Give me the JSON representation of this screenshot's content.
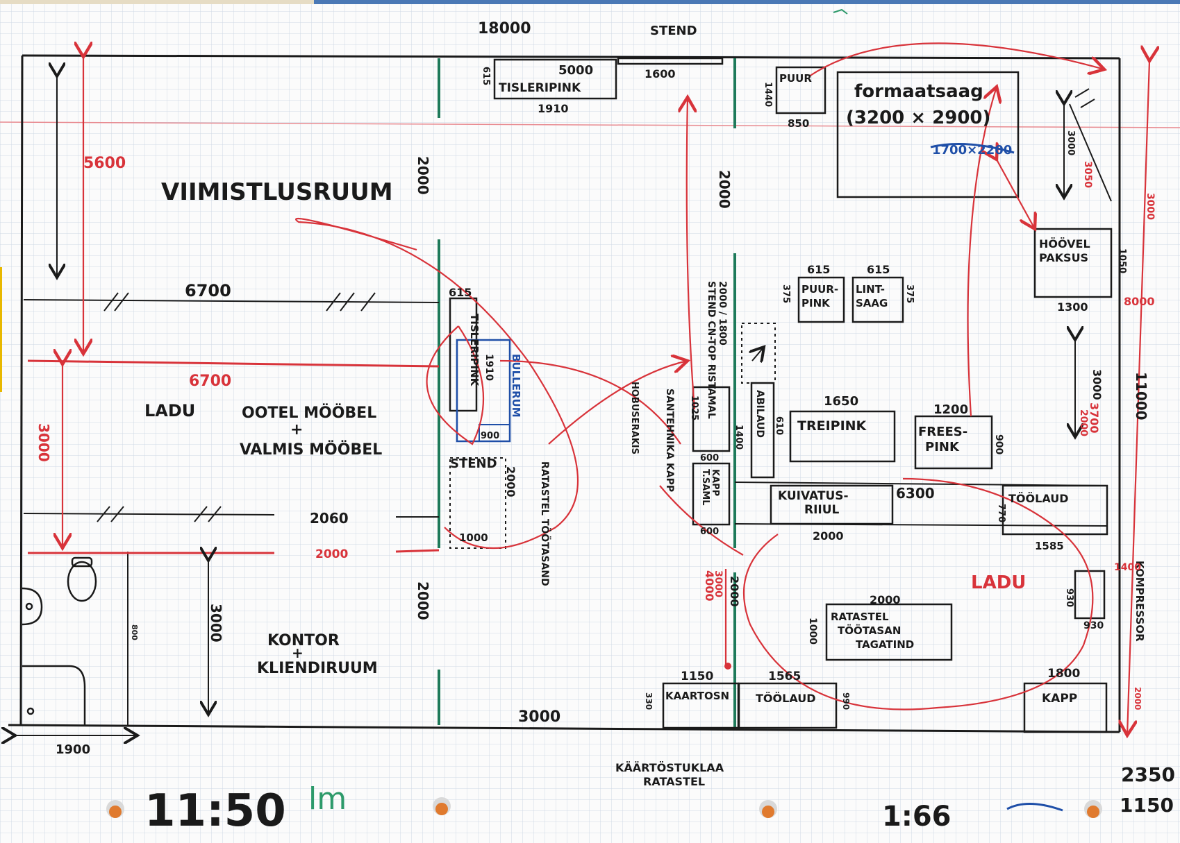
{
  "title": "",
  "colors": {
    "ink": "#1a1a1a",
    "red_pen": "#d8333a",
    "blue_pen": "#1f4fa8",
    "green_wall": "#1e7a5a",
    "grid": "#cfd8e6",
    "top_bar": "#4a78b5",
    "top_left_bar": "#e6dcc4",
    "hole_orange": "#e07a2e"
  },
  "rooms": {
    "viimistlus": "VIIMISTLUSRUUM",
    "ladu_left": "LADU",
    "ootel_line1": "OOTEL MÖÖBEL",
    "ootel_plus": "+",
    "ootel_line2": "VALMIS MÖÖBEL",
    "kontor_line1": "KONTOR",
    "kontor_plus": "+",
    "kontor_line2": "KLIENDIRUUM",
    "ladu_right": "LADU"
  },
  "equipment": {
    "tisleripink_top": "TISLERIPINK",
    "tisleripink_left": "TISLERIPINK",
    "bullerum": "BULLERUM",
    "formaatsaag_line1": "formaatsaag",
    "formaatsaag_line2": "(3200 × 2900)",
    "formaatsaag_blue": "1700×2200",
    "hoovel_line1": "HÖÖVEL",
    "hoovel_line2": "PAKSUS",
    "puur": "PUUR",
    "puurpink_line1": "PUUR-",
    "puurpink_line2": "PINK",
    "lintsaag_line1": "LINT-",
    "lintsaag_line2": "SAAG",
    "treipink": "TREIPINK",
    "freespink_line1": "FREES-",
    "freespink_line2": "PINK",
    "abilaud": "ABILAUD",
    "kuivatusriiul_line1": "KUIVATUS-",
    "kuivatusriiul_line2": "RIIUL",
    "toolaud_right": "TÖÖLAUD",
    "toolaud_bottom": "TÖÖLAUD",
    "kaap_tsaml_line1": "KAPP",
    "kaap_tsaml_line2": "T.SAML",
    "ratastel_line1": "RATASTEL",
    "ratastel_line2": "TÖÖTASAN",
    "ratastel_line3": "TAGATIND",
    "kaartosna": "KAARTOSN",
    "kapp": "KAPP",
    "kompressor": "KOMPRESSOR",
    "stend_top": "STEND",
    "stend_left": "STEND",
    "stend_vertical": "STEND CN-TOP RISTAMAL",
    "santehnika": "SANTEHNIKA KAPP",
    "ratastel_vertical": "RATASTEL TÖÖTASAND",
    "hobuserakis": "HOBUSERAKIS",
    "kaatostusklaa_line1": "KÄÄRTÖSTUKLAA",
    "kaatostusklaa_line2": "RATASTEL"
  },
  "dimensions": {
    "d18000": "18000",
    "d5000": "5000",
    "d1910_top": "1910",
    "d1600": "1600",
    "d615_top": "615",
    "d1440": "1440",
    "d850": "850",
    "d2000_a": "2000",
    "d2000_b": "2000",
    "d2000_c": "2000",
    "d2000_d": "2000",
    "d1000_left": "1000",
    "d5600": "5600",
    "d6700": "6700",
    "d6700_red": "6700",
    "d3000_red_left": "3000",
    "d615_b": "615",
    "d1910_b": "1910",
    "d900": "900",
    "d2060": "2060",
    "d2000_red": "2000",
    "d1000_small": "1000",
    "d2000_stend": "2000",
    "d3000_kontor": "3000",
    "d800": "800",
    "d1900": "1900",
    "d3000_bottom": "3000",
    "d615_puur": "615",
    "d615_lint": "615",
    "d375": "375",
    "d375b": "375",
    "d1650": "1650",
    "d1200": "1200",
    "d900_frees": "900",
    "d610": "610",
    "d1400": "1400",
    "d6300": "6300",
    "d2000_kuiv": "2000",
    "d1585": "1585",
    "d770": "770",
    "d600_a": "600",
    "d600_b": "600",
    "d1025": "1025",
    "d2000_ratas": "2000",
    "d1000_ratas": "1000",
    "d930_a": "930",
    "d930_b": "930",
    "d1800": "1800",
    "d1150": "1150",
    "d1565": "1565",
    "d330": "330",
    "d990": "990",
    "d3000_hov": "3000",
    "d1300": "1300",
    "d1050": "1050",
    "d3000_right": "3000",
    "d8000": "8000",
    "d3700": "3700",
    "d11000": "11000",
    "d3000_mid": "3000",
    "d3050": "3050",
    "d2000_bottom_red": "2000",
    "d1400_red": "1400",
    "d4000_red": "4000",
    "d3000_red_v": "3000",
    "d2000_wall": "2000",
    "d2000_vwall": "2000 / 1800"
  },
  "footer": {
    "time": "11:50",
    "initials": "lm",
    "scale": "1:66",
    "corner_top": "2350",
    "corner_bottom": "1150"
  }
}
